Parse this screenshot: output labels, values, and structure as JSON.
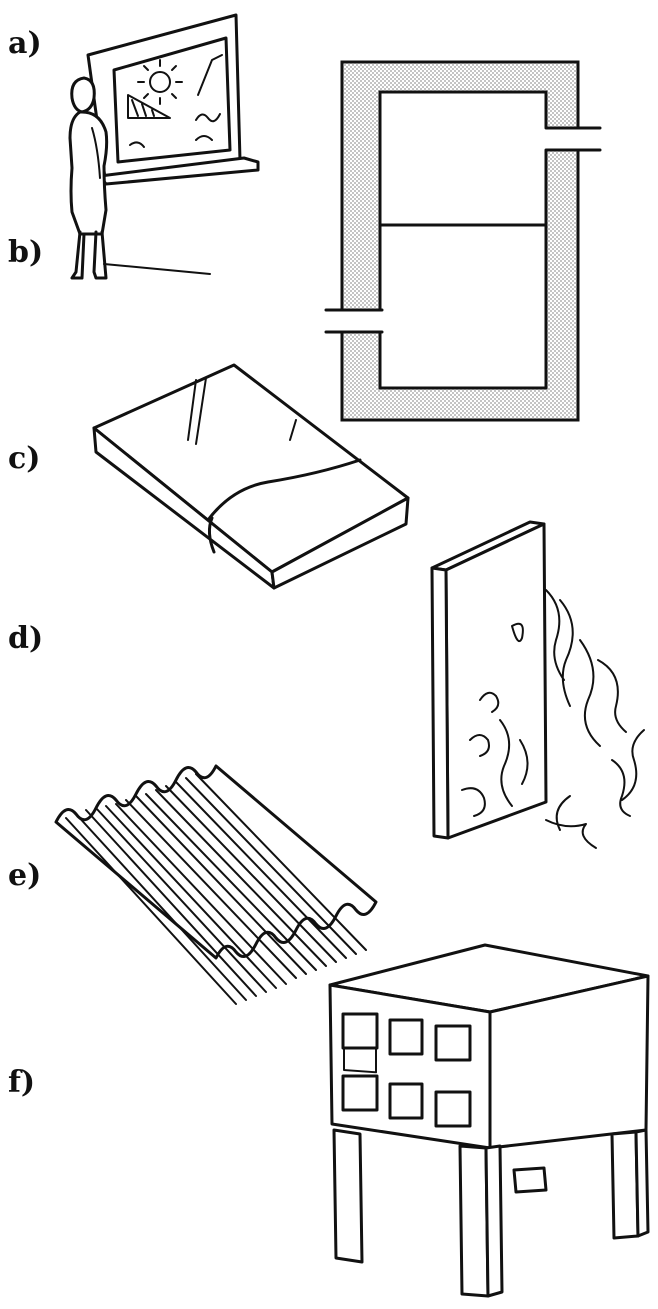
{
  "labels": {
    "a": "a)",
    "b": "b)",
    "c": "c)",
    "d": "d)",
    "e": "e)",
    "f": "f)"
  },
  "colors": {
    "ink": "#111111",
    "insulation_stipple": "#9a9a9a",
    "paper": "#ffffff"
  },
  "illustrations": [
    "woman-at-window-illustration",
    "insulated-tank-cross-section",
    "wrapped-insulation-slab",
    "fire-resistant-wall-panel",
    "corrugated-sheet",
    "building-on-columns"
  ]
}
